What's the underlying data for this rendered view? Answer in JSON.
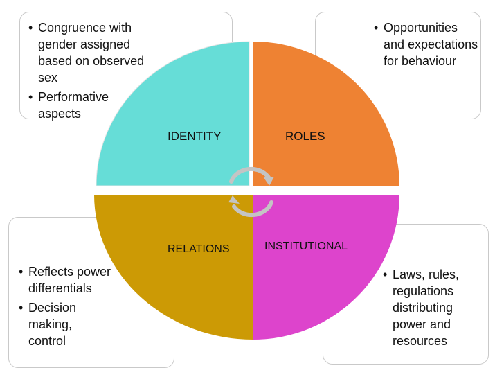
{
  "identity": {
    "label": "IDENTITY",
    "bullets": [
      "Congruence with gender assigned based on observed sex",
      "Performative aspects"
    ],
    "color": "#66ddd7"
  },
  "roles": {
    "label": "ROLES",
    "bullets": [
      "Opportunities and expectations for behaviour"
    ],
    "color": "#ee8233"
  },
  "relations": {
    "label": "RELATIONS",
    "bullets": [
      "Reflects power differentials",
      "Decision making, control"
    ],
    "color": "#cc9a05"
  },
  "institutional": {
    "label": "INSTITUTIONAL",
    "bullets": [
      "Laws, rules, regulations distributing power and resources"
    ],
    "color": "#dd44cc"
  }
}
